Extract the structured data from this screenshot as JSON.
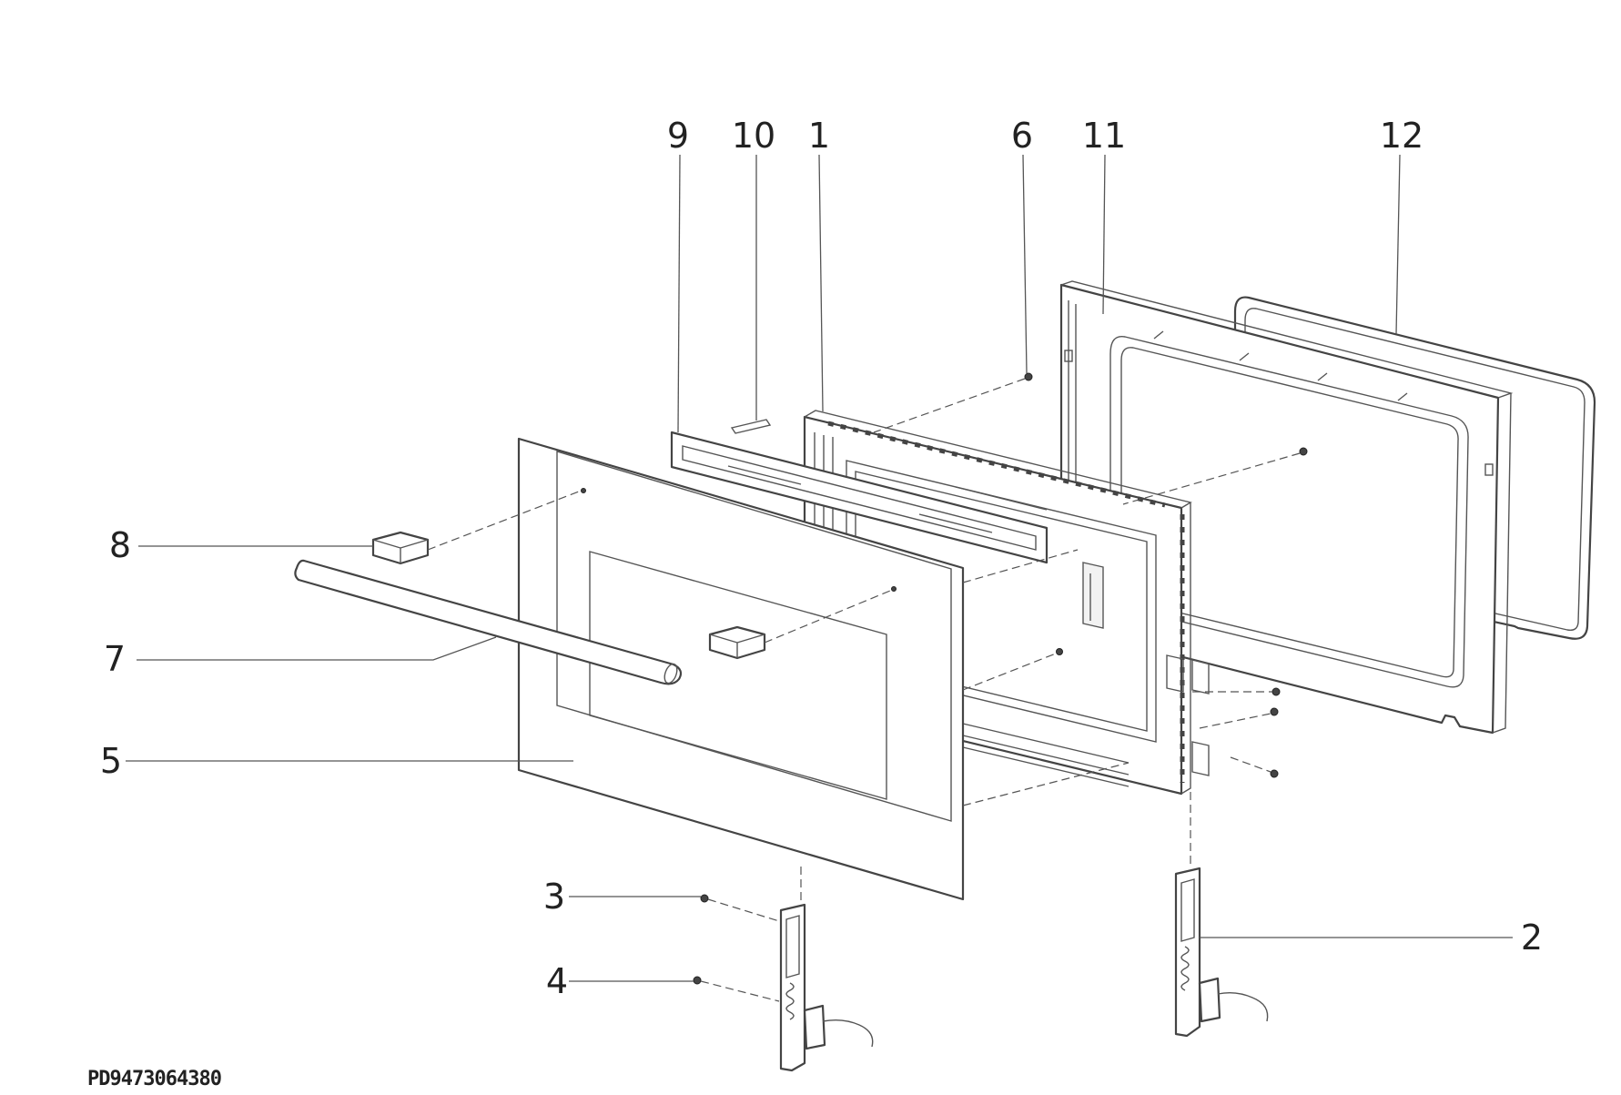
{
  "diagram": {
    "code": "PD9473064380",
    "callouts": [
      {
        "id": "9",
        "label": "9"
      },
      {
        "id": "10",
        "label": "10"
      },
      {
        "id": "1",
        "label": "1"
      },
      {
        "id": "6",
        "label": "6"
      },
      {
        "id": "11",
        "label": "11"
      },
      {
        "id": "12",
        "label": "12"
      },
      {
        "id": "8",
        "label": "8"
      },
      {
        "id": "7",
        "label": "7"
      },
      {
        "id": "5",
        "label": "5"
      },
      {
        "id": "3",
        "label": "3"
      },
      {
        "id": "4",
        "label": "4"
      },
      {
        "id": "2",
        "label": "2"
      }
    ]
  }
}
